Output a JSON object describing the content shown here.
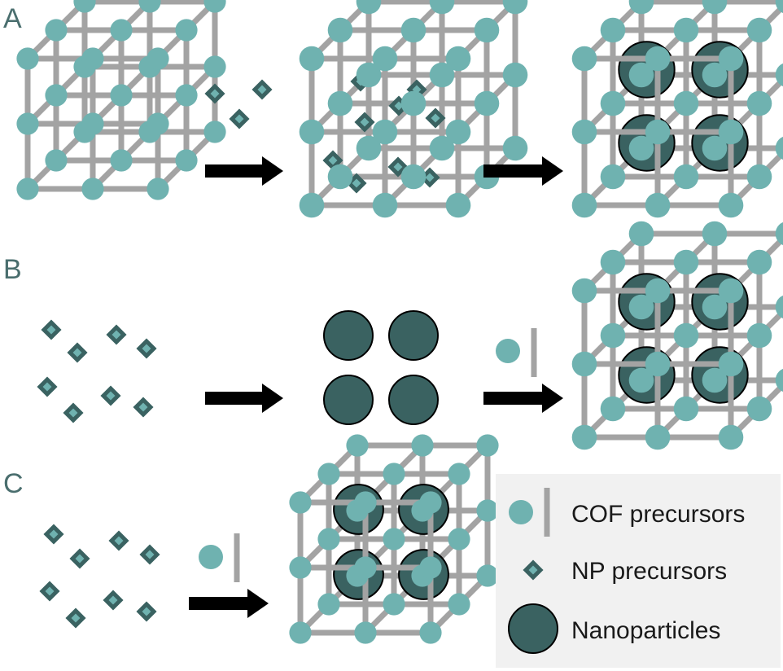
{
  "panels": {
    "a": {
      "label": "A"
    },
    "b": {
      "label": "B"
    },
    "c": {
      "label": "C"
    }
  },
  "legend": {
    "cof_precursors": "COF precursors",
    "np_precursors": "NP precursors",
    "nanoparticles": "Nanoparticles"
  },
  "colors": {
    "node": "#6fb2b0",
    "strut": "#a3a3a3",
    "nanoparticle": "#3a6261",
    "diamond_fill": "#6fb2b0",
    "diamond_border": "#3a6261",
    "arrow": "#000000",
    "legend_bg": "#f1f1f1",
    "label": "#4a6e6e"
  }
}
